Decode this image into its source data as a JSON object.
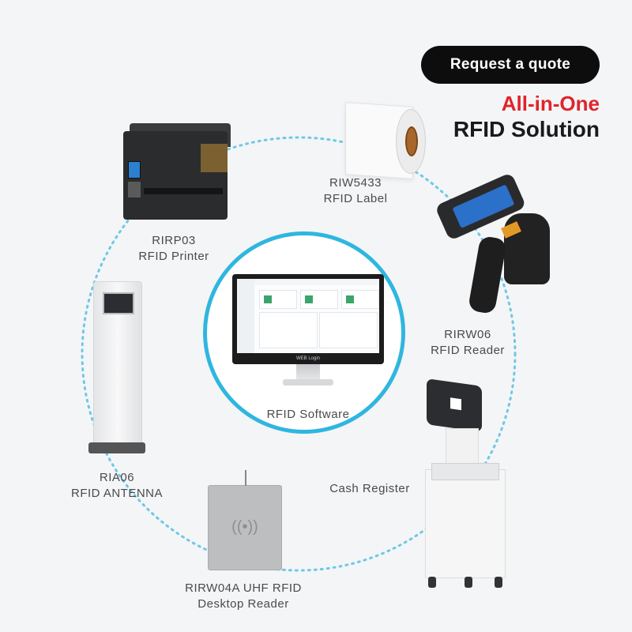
{
  "header": {
    "quote_button": "Request a quote",
    "headline_red": "All-in-One",
    "headline_black": "RFID Solution"
  },
  "colors": {
    "accent_blue": "#2fb6e0",
    "dotted_ring": "#6fc8e6",
    "headline_red": "#e0242a"
  },
  "center": {
    "label": "RFID Software",
    "monitor_caption": "WEB Login"
  },
  "nodes": {
    "printer": {
      "name": "RIRP03",
      "desc": "RFID Printer",
      "icon": "printer-icon"
    },
    "label": {
      "name": "RIW5433",
      "desc": "RFID Label",
      "icon": "label-roll-icon"
    },
    "reader": {
      "name": "RIRW06",
      "desc": "RFID Reader",
      "icon": "handheld-reader-icon"
    },
    "antenna": {
      "name": "RIA06",
      "desc": "RFID ANTENNA",
      "icon": "antenna-icon"
    },
    "register": {
      "name": "Cash Register",
      "icon": "kiosk-icon"
    },
    "desktop_reader": {
      "name": "RIRW04A UHF RFID",
      "desc": "Desktop Reader",
      "icon": "desktop-reader-icon"
    }
  }
}
